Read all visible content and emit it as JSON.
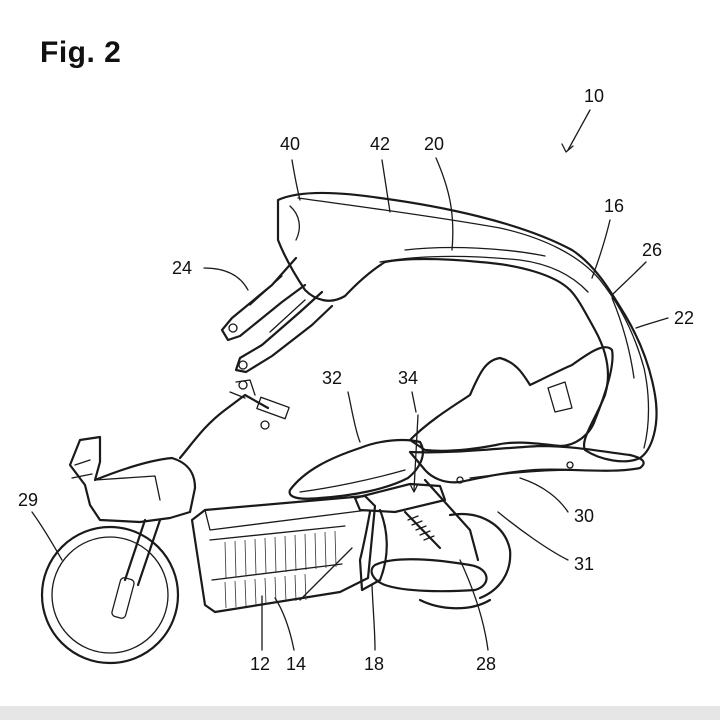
{
  "figure_title": "Fig. 2",
  "reference_numerals": {
    "assembly": "10",
    "frame_arch": "16",
    "battery_upper": "12",
    "battery_lower": "14",
    "body_support": "18",
    "roof_edge": "20",
    "rear_pillar": "22",
    "front_struts": "24",
    "pillar_edge": "26",
    "swing_arm": "28",
    "front_wheel": "29",
    "rear_tray": "30",
    "rear_wheel": "31",
    "seat": "32",
    "shock_top": "34",
    "roof_front": "40",
    "roof_top": "42"
  }
}
